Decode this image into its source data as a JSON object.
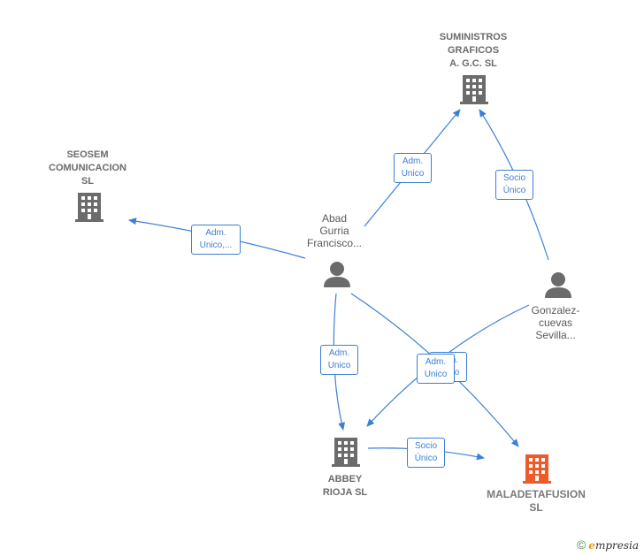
{
  "colors": {
    "edge": "#3d7fd6",
    "company": "#6b6b6b",
    "main_company": "#f05a28",
    "person": "#6b6b6b"
  },
  "nodes": {
    "suministros": {
      "label": "SUMINISTROS\nGRAFICOS\nA. G.C.  SL",
      "icon": "building-icon"
    },
    "seosem": {
      "label": "SEOSEM\nCOMUNICACION\nSL",
      "icon": "building-icon"
    },
    "abad": {
      "label": "Abad\nGurria\nFrancisco...",
      "icon": "person-icon"
    },
    "gonzalez": {
      "label": "Gonzalez-\ncuevas\nSevilla...",
      "icon": "person-icon"
    },
    "abbey": {
      "label": "ABBEY\nRIOJA  SL",
      "icon": "building-icon"
    },
    "maladeta": {
      "label": "MALADETAFUSION\nSL",
      "icon": "building-icon"
    }
  },
  "edges": {
    "abad_suministros": "Adm.\nUnico",
    "gonzalez_suministros": "Socio\nÚnico",
    "abad_seosem": "Adm.\nUnico,...",
    "abad_abbey": "Adm.\nUnico",
    "gonzalez_abbey": "Adm.\nUnico",
    "abad_maladeta": "Adm.\nUnico",
    "abbey_maladeta": "Socio\nÚnico"
  },
  "footer": {
    "copyright": "©",
    "brand_first": "e",
    "brand_rest": "mpresia"
  }
}
